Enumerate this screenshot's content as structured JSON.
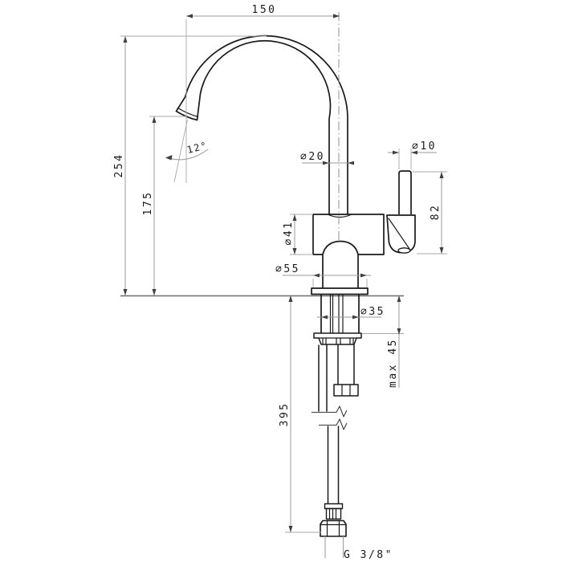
{
  "drawing_kind": "single-lever sink mixer tap - dimensioned technical drawing",
  "colors": {
    "object_line": "#1a1a1a",
    "dimension_line": "#9a9a9a",
    "background": "#ffffff"
  },
  "dimensions": {
    "spout_reach": "150",
    "overall_height": "254",
    "spout_outlet_height": "175",
    "outlet_angle": "12°",
    "spout_tube_diameter": "⌀20",
    "lever_diameter": "⌀10",
    "handle_height": "82",
    "body_diameter": "⌀41",
    "base_plate_diameter": "⌀55",
    "shank_diameter": "⌀35",
    "max_mounting_thickness": "max 45",
    "hose_length": "395",
    "thread_label": "G 3/8\""
  }
}
